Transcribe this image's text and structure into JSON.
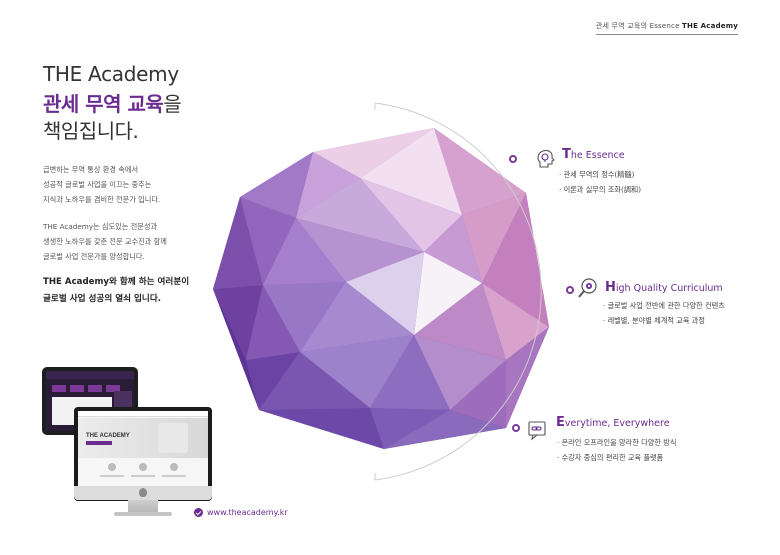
{
  "header": {
    "tag_prefix": "관세 무역 교육의 Essence",
    "tag_strong": "THE Academy"
  },
  "headline": {
    "line1": "THE Academy",
    "line2_accent": "관세 무역 교육",
    "line2_rest": "을",
    "line3": "책임집니다."
  },
  "paragraph1": {
    "line1": "급변하는 무역 통상 환경 속에서",
    "line2": "성공적 글로벌 사업을 이끄는 중추는",
    "line3": "지식과 노하우를 겸비한 전문가 입니다."
  },
  "paragraph2": {
    "line1": "THE Academy는 심도있는 전문성과",
    "line2": "생생한 노하우를 갖춘 전문 교수진과 함께",
    "line3": "글로벌 사업 전문가를 양성합니다."
  },
  "closing": {
    "line1": "THE Academy와 함께 하는 여러분이",
    "line2": "글로벌 사업 성공의 열쇠 입니다."
  },
  "features": [
    {
      "icon": "head-lightbulb-icon",
      "title_cap": "T",
      "title_rest": "he Essence",
      "bullets": [
        "· 관세 무역의 정수(精髓)",
        "· 이론과 실무의 조화(調和)"
      ]
    },
    {
      "icon": "magnifier-gear-icon",
      "title_cap": "H",
      "title_rest": "igh Quality Curriculum",
      "bullets": [
        "· 글로벌 사업 전반에 관한 다양한 컨텐츠",
        "· 레벨별, 분야별 체계적 교육 과정"
      ]
    },
    {
      "icon": "chat-link-icon",
      "title_cap": "E",
      "title_rest": "verytime, Everywhere",
      "bullets": [
        "· 온라인 오프라인을 망라한 다양한 방식",
        "· 수강자 중심의 편리한 교육 플랫폼"
      ]
    }
  ],
  "website": {
    "url": "www.theacademy.kr"
  },
  "mockup": {
    "monitor_title": "THE ACADEMY"
  },
  "colors": {
    "brand": "#6b2c91",
    "accent_dot": "#7b3a98"
  }
}
